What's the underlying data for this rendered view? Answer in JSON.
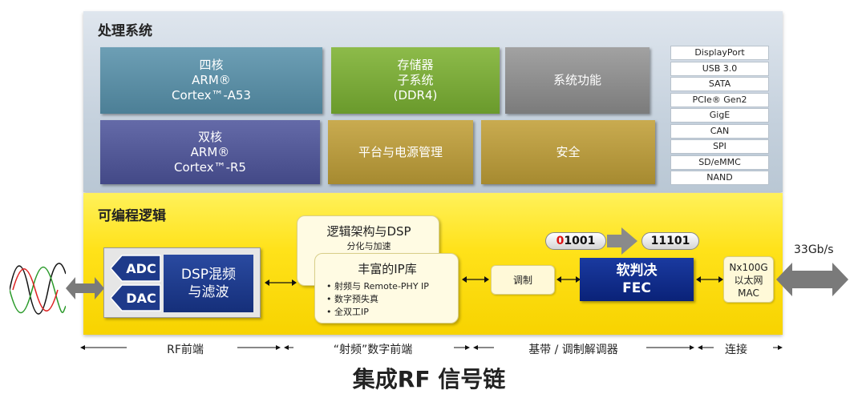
{
  "ps": {
    "title": "处理系统",
    "quad": [
      "四核",
      "ARM®",
      "Cortex™-A53"
    ],
    "storage": [
      "存储器",
      "子系统",
      "(DDR4)"
    ],
    "sysfunc": "系统功能",
    "dual": [
      "双核",
      "ARM®",
      "Cortex™-R5"
    ],
    "power": "平台与电源管理",
    "security": "安全",
    "interfaces": [
      "DisplayPort",
      "USB 3.0",
      "SATA",
      "PCIe® Gen2",
      "GigE",
      "CAN",
      "SPI",
      "SD/eMMC",
      "NAND"
    ]
  },
  "pl": {
    "title": "可编程逻辑",
    "adc": "ADC",
    "dac": "DAC",
    "dsp": [
      "DSP混频",
      "与滤波"
    ],
    "logic_title": "逻辑架构与DSP",
    "logic_sub": "分化与加速",
    "ip_title": "丰富的IP库",
    "ip_items": [
      "射频与 Remote-PHY IP",
      "数字预失真",
      "全双工IP"
    ],
    "modulation": "调制",
    "bits_in_red": "0",
    "bits_in_rest": "1001",
    "bits_out": "11101",
    "fec": [
      "软判决",
      "FEC"
    ],
    "mac": [
      "Nx100G",
      "以太网",
      "MAC"
    ],
    "rate": "33Gb/s"
  },
  "stages": [
    "RF前端",
    "“射频”数字前端",
    "基带 / 调制解调器",
    "连接"
  ],
  "caption": "集成RF 信号链",
  "colors": {
    "quad": "#5a8aa0",
    "storage": "#7aa83a",
    "sysfunc": "#8a8a8a",
    "dual": "#4f5596",
    "power": "#b89a3c",
    "security": "#b89a3c",
    "fec": "#0d2b8a",
    "adcdac": "#1e3a8a"
  }
}
